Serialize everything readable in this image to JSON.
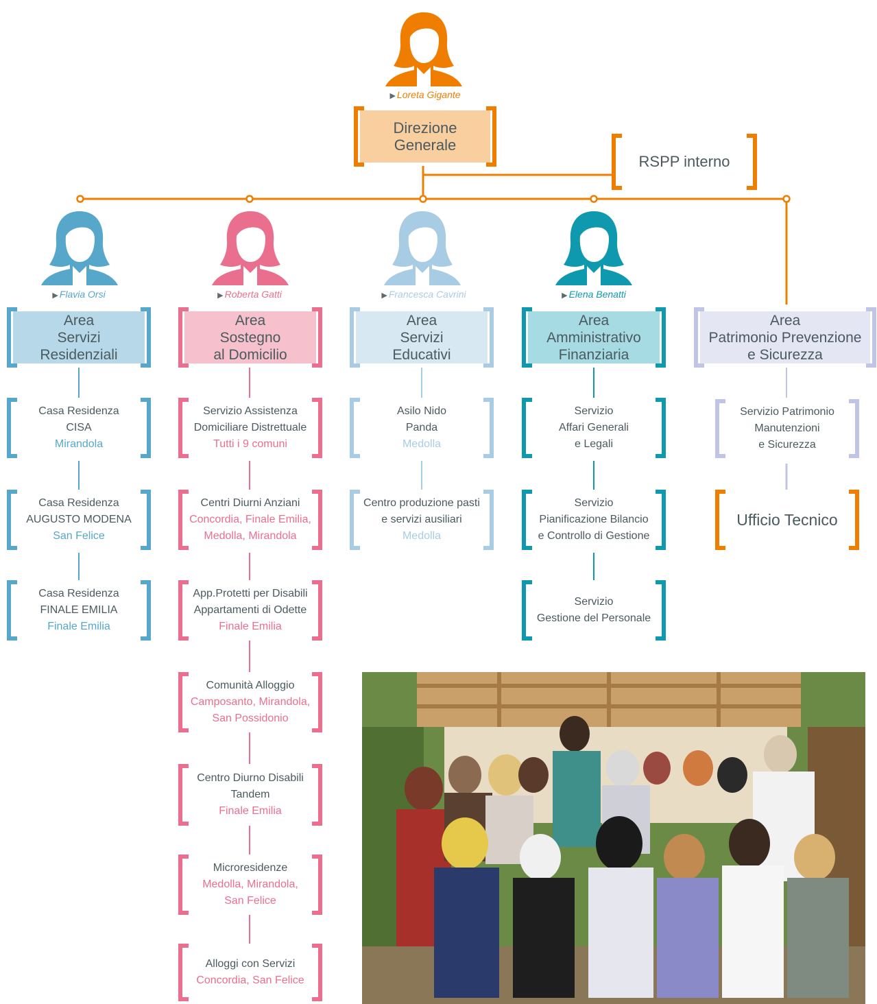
{
  "colors": {
    "orange": "#ef7d00",
    "orange_fill": "#f9cfa0",
    "blue": "#56a7c9",
    "blue_fill": "#b6d8e9",
    "pink": "#ea6f8f",
    "pink_fill": "#f6c1cc",
    "lightblue": "#a8cce3",
    "lightblue_fill": "#d7e8f3",
    "teal": "#0f99ae",
    "teal_fill": "#a6dbe3",
    "lavender": "#c0c5e5",
    "lavender_fill": "#e4e6f3",
    "text": "#4a5a5e"
  },
  "top": {
    "person": "Loreta Gigante",
    "title_line1": "Direzione",
    "title_line2": "Generale",
    "rspp": "RSPP interno"
  },
  "areas": [
    {
      "person": "Flavia Orsi",
      "head": [
        "Area",
        "Servizi",
        "Residenziali"
      ],
      "services": [
        {
          "lines": [
            "Casa Residenza",
            "CISA"
          ],
          "loc": [
            "Mirandola"
          ]
        },
        {
          "lines": [
            "Casa Residenza",
            "AUGUSTO MODENA"
          ],
          "loc": [
            "San Felice"
          ]
        },
        {
          "lines": [
            "Casa Residenza",
            "FINALE EMILIA"
          ],
          "loc": [
            "Finale Emilia"
          ]
        }
      ]
    },
    {
      "person": "Roberta Gatti",
      "head": [
        "Area",
        "Sostegno",
        "al Domicilio"
      ],
      "services": [
        {
          "lines": [
            "Servizio Assistenza",
            "Domiciliare Distrettuale"
          ],
          "loc": [
            "Tutti i 9 comuni"
          ]
        },
        {
          "lines": [
            "Centri Diurni Anziani"
          ],
          "loc": [
            "Concordia, Finale Emilia,",
            "Medolla, Mirandola"
          ]
        },
        {
          "lines": [
            "App.Protetti per Disabili",
            "Appartamenti di Odette"
          ],
          "loc": [
            "Finale Emilia"
          ]
        },
        {
          "lines": [
            "Comunità Alloggio"
          ],
          "loc": [
            "Camposanto, Mirandola,",
            "San Possidonio"
          ]
        },
        {
          "lines": [
            "Centro Diurno Disabili",
            "Tandem"
          ],
          "loc": [
            "Finale Emilia"
          ]
        },
        {
          "lines": [
            "Microresidenze"
          ],
          "loc": [
            "Medolla, Mirandola,",
            "San Felice"
          ]
        },
        {
          "lines": [
            "Alloggi con Servizi"
          ],
          "loc": [
            "Concordia, San Felice"
          ]
        }
      ]
    },
    {
      "person": "Francesca Cavrini",
      "head": [
        "Area",
        "Servizi",
        "Educativi"
      ],
      "services": [
        {
          "lines": [
            "Asilo Nido",
            "Panda"
          ],
          "loc": [
            "Medolla"
          ]
        },
        {
          "lines": [
            "Centro produzione pasti",
            "e servizi ausiliari"
          ],
          "loc": [
            "Medolla"
          ]
        }
      ]
    },
    {
      "person": "Elena Benatti",
      "head": [
        "Area",
        "Amministrativo",
        "Finanziaria"
      ],
      "services": [
        {
          "lines": [
            "Servizio",
            "Affari Generali",
            "e Legali"
          ],
          "loc": []
        },
        {
          "lines": [
            "Servizio",
            "Pianificazione Bilancio",
            "e Controllo di Gestione"
          ],
          "loc": []
        },
        {
          "lines": [
            "Servizio",
            "Gestione del Personale"
          ],
          "loc": []
        }
      ]
    },
    {
      "person": "",
      "head": [
        "Area",
        "Patrimonio Prevenzione",
        "e Sicurezza"
      ],
      "services": [
        {
          "lines": [
            "Servizio Patrimonio",
            "Manutenzioni",
            "e Sicurezza"
          ],
          "loc": []
        },
        {
          "lines": [
            "Ufficio Tecnico"
          ],
          "loc": []
        }
      ]
    }
  ],
  "photo": {
    "icon": "team-photo"
  }
}
